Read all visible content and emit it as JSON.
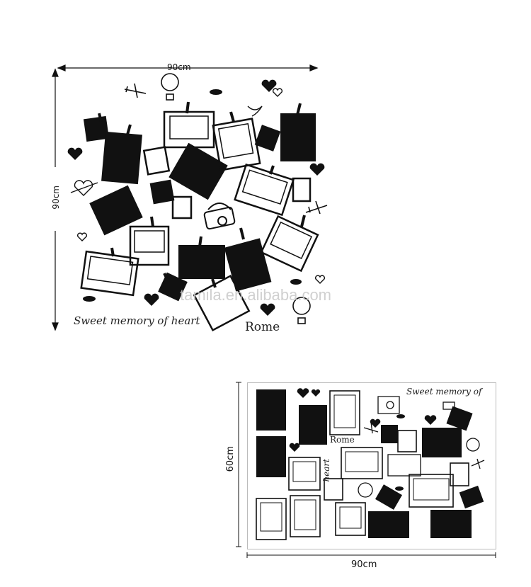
{
  "top_design": {
    "width_label": "90cm",
    "height_label": "90cm",
    "caption": "Sweet memory of heart",
    "city": "Rome"
  },
  "watermark": "tamila.en.alibaba.com",
  "sheet": {
    "height_label": "60cm",
    "width_label": "90cm",
    "caption": "Sweet memory of",
    "side_word": "heart",
    "city": "Rome"
  },
  "colors": {
    "ink": "#111111",
    "sheet_border": "#bbbbbb"
  }
}
